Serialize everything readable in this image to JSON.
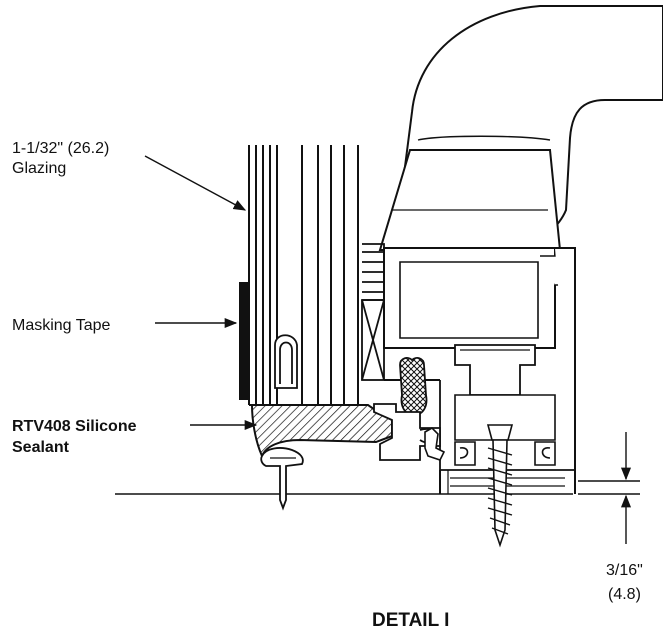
{
  "labels": {
    "glazing_line1": "1-1/32\" (26.2)",
    "glazing_line2": "Glazing",
    "masking_tape": "Masking Tape",
    "sealant_line1": "RTV408 Silicone",
    "sealant_line2": "Sealant",
    "dimension_line1": "3/16\"",
    "dimension_line2": "(4.8)"
  },
  "title": "DETAIL I"
}
